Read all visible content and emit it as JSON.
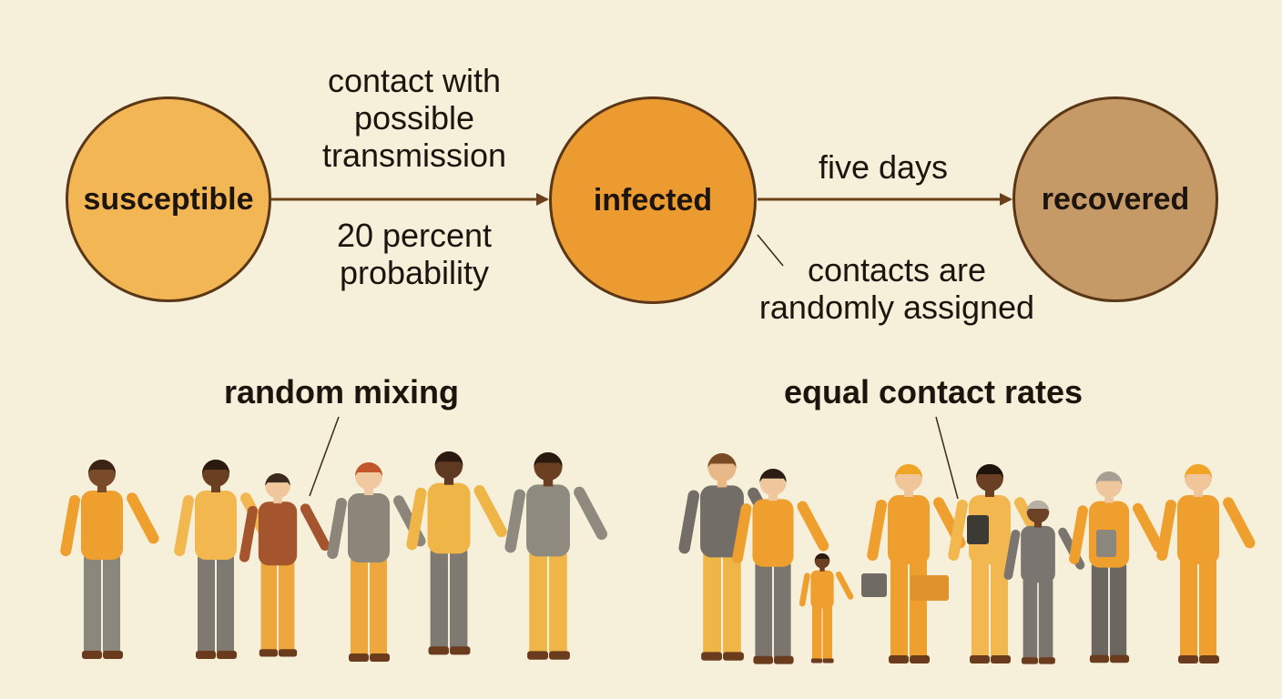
{
  "diagram": {
    "states": {
      "susceptible": "susceptible",
      "infected": "infected",
      "recovered": "recovered"
    },
    "edges": {
      "s_to_i_above": [
        "contact with",
        "possible",
        "transmission"
      ],
      "s_to_i_below": [
        "20 percent",
        "probability"
      ],
      "i_to_r_above": "five days",
      "i_note": [
        "contacts are",
        "randomly assigned"
      ]
    },
    "colors": {
      "susceptible": "#f3b654",
      "infected": "#ec9b30",
      "recovered": "#c69a67",
      "arrow": "#6b3f17",
      "background": "#f6efda"
    }
  },
  "illustrations": {
    "left_title": "random mixing",
    "right_title": "equal contact rates"
  }
}
